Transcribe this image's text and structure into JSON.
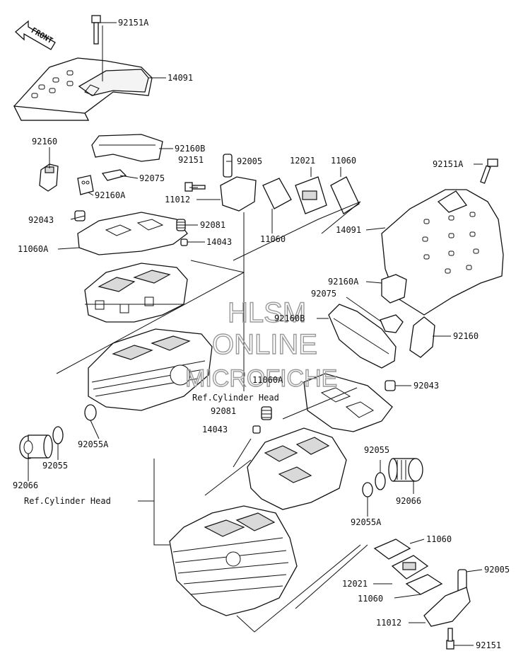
{
  "watermark": {
    "line1": "HLSM",
    "line2": "ONLINE",
    "line3": "MICROFICHE"
  },
  "front_indicator": "FRONT",
  "labels": {
    "l_92151A_top": "92151A",
    "l_14091_top": "14091",
    "l_92160_left": "92160",
    "l_92160B_left": "92160B",
    "l_92075_left": "92075",
    "l_92160A_left": "92160A",
    "l_92151_mid": "92151",
    "l_92005_mid": "92005",
    "l_11012_mid": "11012",
    "l_12021_mid": "12021",
    "l_11060_mid_top": "11060",
    "l_92043_left": "92043",
    "l_92081_left": "92081",
    "l_11060A_left": "11060A",
    "l_14043_left": "14043",
    "l_11060_mid_bot": "11060",
    "l_92151A_right": "92151A",
    "l_14091_right": "14091",
    "l_92160A_right": "92160A",
    "l_92075_right": "92075",
    "l_92160B_right": "92160B",
    "l_92160_right": "92160",
    "l_11060A_center": "11060A",
    "l_92043_right": "92043",
    "l_ref_head_upper": "Ref.Cylinder Head",
    "l_92081_center": "92081",
    "l_14043_center": "14043",
    "l_92055A_left": "92055A",
    "l_92055_left": "92055",
    "l_92066_left": "92066",
    "l_ref_head_lower": "Ref.Cylinder Head",
    "l_92055_right": "92055",
    "l_92066_right": "92066",
    "l_92055A_right": "92055A",
    "l_11060_bot_top": "11060",
    "l_92005_bot": "92005",
    "l_12021_bot": "12021",
    "l_11060_bot": "11060",
    "l_11012_bot": "11012",
    "l_92151_bot": "92151"
  }
}
